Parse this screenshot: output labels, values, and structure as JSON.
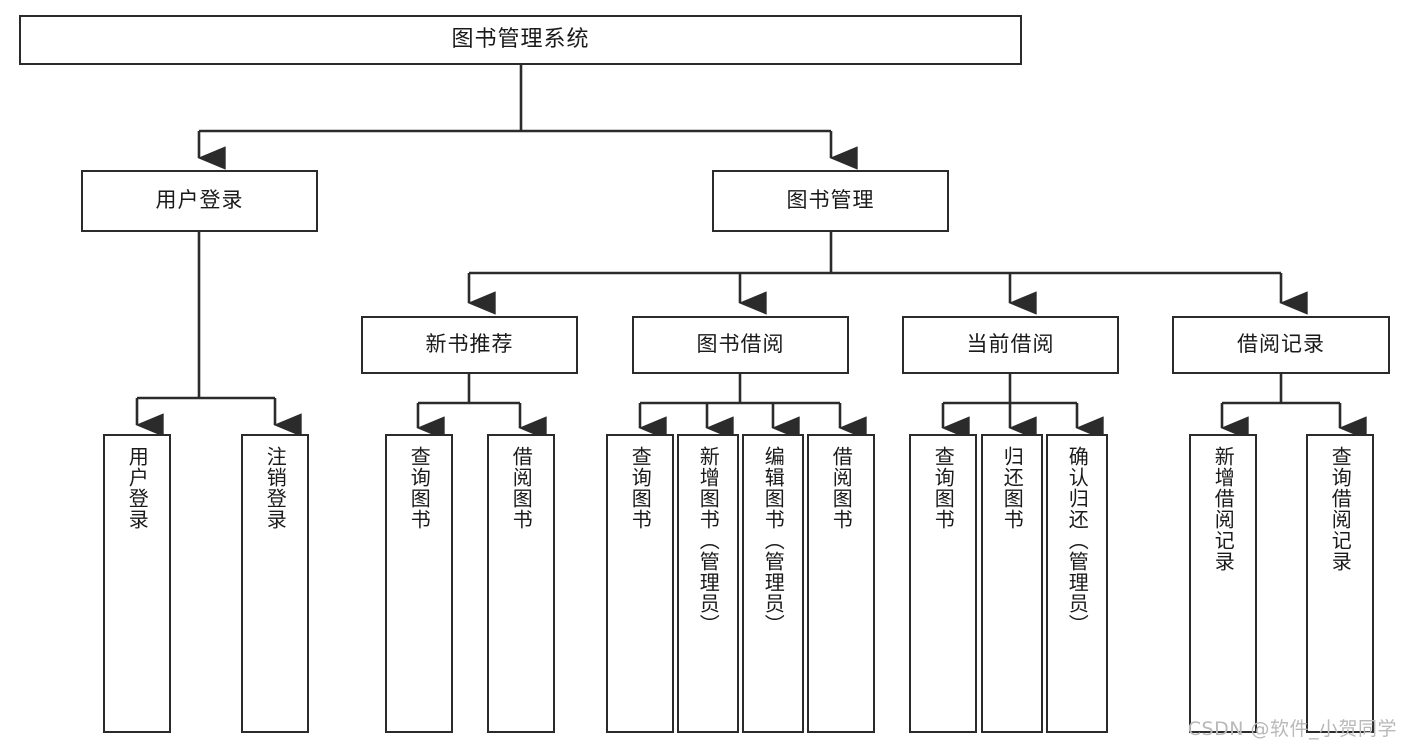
{
  "diagram": {
    "title": "图书管理系统",
    "type": "tree-hierarchy-chart",
    "watermark": "CSDN @软件_小贺同学",
    "colors": {
      "box_border": "#2b2b2b",
      "box_fill": "#ffffff",
      "connector": "#2b2b2b",
      "text": "#1a1a1a",
      "watermark": "#b9b9b9",
      "background": "#ffffff"
    },
    "root": {
      "id": "root",
      "label": "图书管理系统"
    },
    "level2": [
      {
        "id": "user-login",
        "label": "用户登录"
      },
      {
        "id": "book-manage",
        "label": "图书管理"
      }
    ],
    "level3": [
      {
        "id": "new-book-recommend",
        "label": "新书推荐",
        "parent": "book-manage"
      },
      {
        "id": "book-borrow",
        "label": "图书借阅",
        "parent": "book-manage"
      },
      {
        "id": "current-borrow",
        "label": "当前借阅",
        "parent": "book-manage"
      },
      {
        "id": "borrow-record",
        "label": "借阅记录",
        "parent": "book-manage"
      }
    ],
    "leaves": [
      {
        "id": "leaf-user-login",
        "label": "用户登录",
        "parent": "user-login"
      },
      {
        "id": "leaf-logout-login",
        "label": "注销登录",
        "parent": "user-login"
      },
      {
        "id": "leaf-query-book-1",
        "label": "查询图书",
        "parent": "new-book-recommend"
      },
      {
        "id": "leaf-borrow-book-1",
        "label": "借阅图书",
        "parent": "new-book-recommend"
      },
      {
        "id": "leaf-query-book-2",
        "label": "查询图书",
        "parent": "book-borrow"
      },
      {
        "id": "leaf-add-book",
        "label": "新增图书（管理员）",
        "parent": "book-borrow"
      },
      {
        "id": "leaf-edit-book",
        "label": "编辑图书（管理员）",
        "parent": "book-borrow"
      },
      {
        "id": "leaf-borrow-book-2",
        "label": "借阅图书",
        "parent": "book-borrow"
      },
      {
        "id": "leaf-query-book-3",
        "label": "查询图书",
        "parent": "current-borrow"
      },
      {
        "id": "leaf-return-book",
        "label": "归还图书",
        "parent": "current-borrow"
      },
      {
        "id": "leaf-confirm-return",
        "label": "确认归还（管理员）",
        "parent": "current-borrow"
      },
      {
        "id": "leaf-add-record",
        "label": "新增借阅记录",
        "parent": "borrow-record"
      },
      {
        "id": "leaf-query-record",
        "label": "查询借阅记录",
        "parent": "borrow-record"
      }
    ]
  }
}
